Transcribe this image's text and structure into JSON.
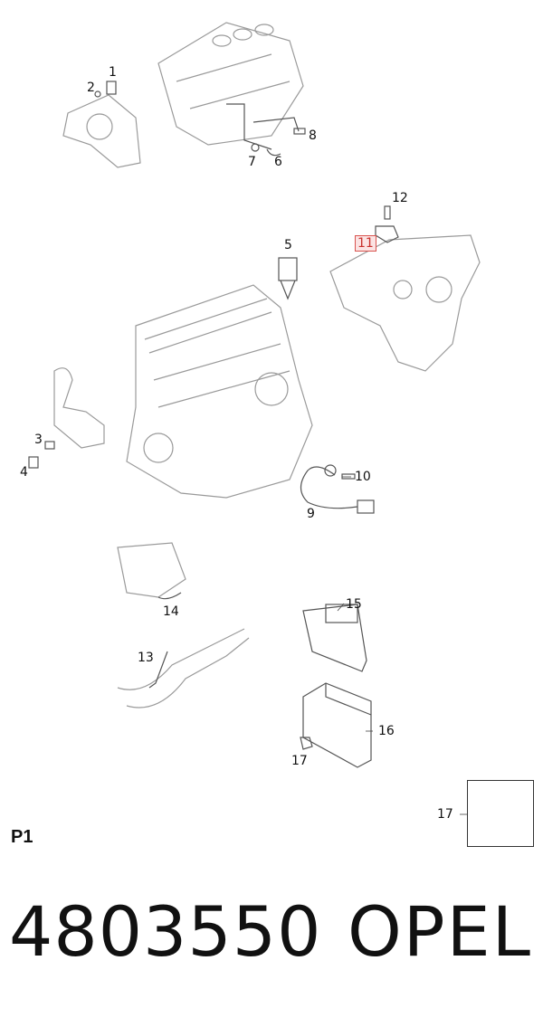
{
  "callouts": {
    "c1": "1",
    "c2": "2",
    "c3": "3",
    "c4": "4",
    "c5": "5",
    "c6": "6",
    "c7": "7",
    "c8": "8",
    "c9": "9",
    "c10": "10",
    "c11": "11",
    "c12": "12",
    "c13": "13",
    "c14": "14",
    "c15": "15",
    "c16": "16",
    "c17": "17",
    "inset": "17"
  },
  "page_label": "P1",
  "part_number": "4803550",
  "brand": "OPEL",
  "highlight_color": "#d9534f"
}
